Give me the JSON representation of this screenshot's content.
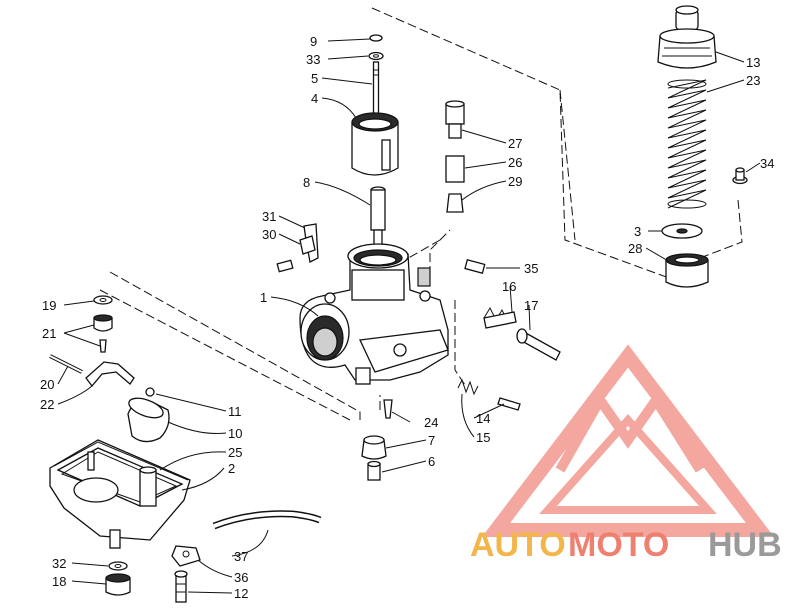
{
  "diagram": {
    "callouts": [
      {
        "id": "9",
        "label": "9"
      },
      {
        "id": "33",
        "label": "33"
      },
      {
        "id": "5",
        "label": "5"
      },
      {
        "id": "4",
        "label": "4"
      },
      {
        "id": "8",
        "label": "8"
      },
      {
        "id": "31",
        "label": "31"
      },
      {
        "id": "30",
        "label": "30"
      },
      {
        "id": "1",
        "label": "1"
      },
      {
        "id": "27",
        "label": "27"
      },
      {
        "id": "26",
        "label": "26"
      },
      {
        "id": "29",
        "label": "29"
      },
      {
        "id": "35",
        "label": "35"
      },
      {
        "id": "16",
        "label": "16"
      },
      {
        "id": "17",
        "label": "17"
      },
      {
        "id": "13",
        "label": "13"
      },
      {
        "id": "23",
        "label": "23"
      },
      {
        "id": "34",
        "label": "34"
      },
      {
        "id": "3",
        "label": "3"
      },
      {
        "id": "28",
        "label": "28"
      },
      {
        "id": "19",
        "label": "19"
      },
      {
        "id": "21",
        "label": "21"
      },
      {
        "id": "20",
        "label": "20"
      },
      {
        "id": "22",
        "label": "22"
      },
      {
        "id": "11",
        "label": "11"
      },
      {
        "id": "10",
        "label": "10"
      },
      {
        "id": "25",
        "label": "25"
      },
      {
        "id": "2",
        "label": "2"
      },
      {
        "id": "24",
        "label": "24"
      },
      {
        "id": "7",
        "label": "7"
      },
      {
        "id": "6",
        "label": "6"
      },
      {
        "id": "14",
        "label": "14"
      },
      {
        "id": "15",
        "label": "15"
      },
      {
        "id": "37",
        "label": "37"
      },
      {
        "id": "32",
        "label": "32"
      },
      {
        "id": "18",
        "label": "18"
      },
      {
        "id": "36",
        "label": "36"
      },
      {
        "id": "12",
        "label": "12"
      }
    ]
  },
  "watermark": {
    "word_auto": "AUTO",
    "word_moto": "MOTO",
    "word_hub": "HUB",
    "colors": {
      "auto": "#f2b64a",
      "moto": "#ef8070",
      "hub": "#9a9a9a",
      "logo": "#f08a80"
    }
  }
}
